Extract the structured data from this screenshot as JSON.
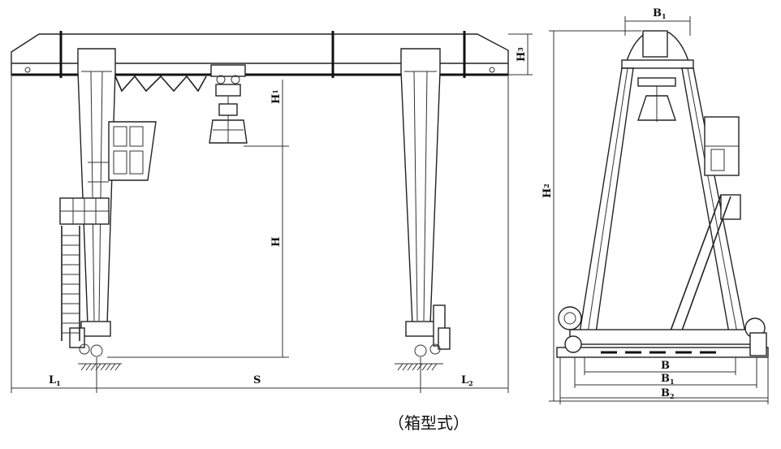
{
  "caption": "（箱型式）",
  "dimensions": {
    "L1": {
      "main": "L",
      "sub": "1"
    },
    "S": {
      "main": "S",
      "sub": ""
    },
    "L2": {
      "main": "L",
      "sub": "2"
    },
    "H": {
      "main": "H",
      "sub": ""
    },
    "H1": {
      "main": "H",
      "sub": "1"
    },
    "H2": {
      "main": "H",
      "sub": "2"
    },
    "H3": {
      "main": "H",
      "sub": "3"
    },
    "B1": {
      "main": "B",
      "sub": "1"
    },
    "B": {
      "main": "B",
      "sub": ""
    },
    "B2": {
      "main": "B",
      "sub": "1"
    },
    "B3": {
      "main": "B",
      "sub": "2"
    }
  }
}
